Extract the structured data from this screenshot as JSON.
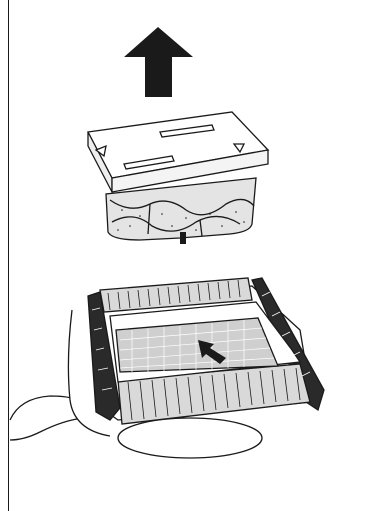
{
  "figure": {
    "step_icon": "up-arrow-icon",
    "parts": [
      {
        "name": "filter-bag-assembly",
        "icon": "filter-bag-icon"
      },
      {
        "name": "robot-cleaner-body",
        "icon": "pool-robot-icon"
      },
      {
        "name": "filter-screen",
        "icon": "grid-screen-icon"
      }
    ],
    "colors": {
      "line": "#1a1a1a",
      "fill_light": "#ffffff",
      "fill_shade": "#d9d9d9",
      "grid_fill": "#cfcfcf"
    }
  }
}
